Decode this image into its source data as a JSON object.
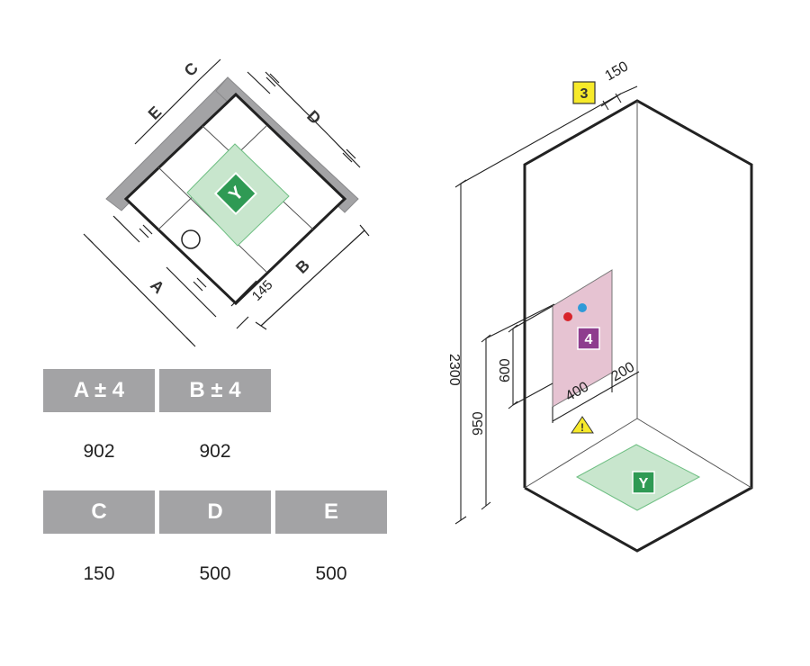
{
  "colors": {
    "wall_gray": "#a3a3a5",
    "floor_green_fill": "#c8e6cd",
    "floor_green_stroke": "#6fbf83",
    "green_badge": "#2f9a54",
    "panel_pink": "#e6c3d2",
    "purple_badge": "#8e3d8e",
    "yellow_badge": "#f7ea2a",
    "header_gray": "#a3a3a5"
  },
  "plan": {
    "labels": {
      "a": "A",
      "b": "B",
      "c": "C",
      "d": "D",
      "e": "E"
    },
    "dim_145": "145",
    "badge_y": "Y"
  },
  "iso": {
    "dim_150": "150",
    "dim_2300": "2300",
    "dim_950": "950",
    "dim_600": "600",
    "dim_400": "400",
    "dim_200": "200",
    "badge_3": "3",
    "badge_4": "4",
    "badge_y": "Y",
    "warning_icon": "warning-triangle-icon"
  },
  "table": {
    "row1": {
      "headers": [
        "A ± 4",
        "B ± 4"
      ],
      "values": [
        "902",
        "902"
      ]
    },
    "row2": {
      "headers": [
        "C",
        "D",
        "E"
      ],
      "values": [
        "150",
        "500",
        "500"
      ]
    }
  }
}
